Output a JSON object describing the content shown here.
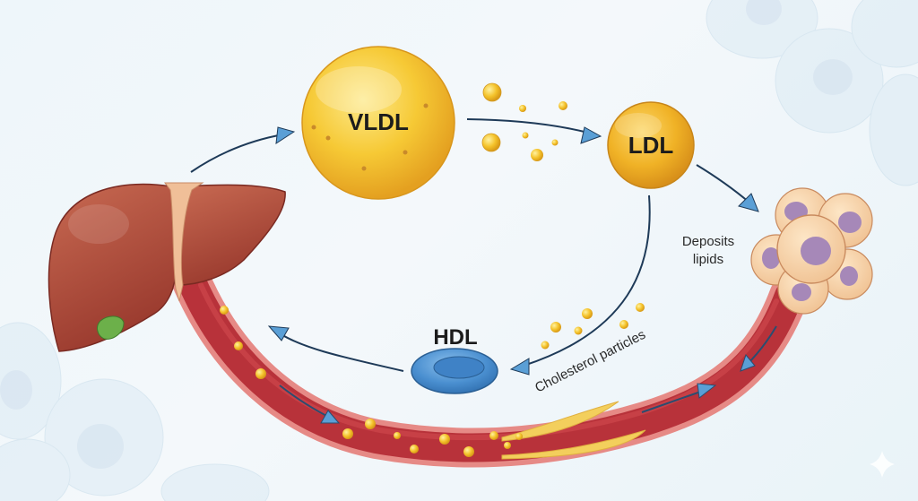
{
  "title": "Cholesterol transport cycle",
  "labels": {
    "vldl": "VLDL",
    "ldl": "LDL",
    "hdl": "HDL",
    "deposits_line1": "Deposits",
    "deposits_line2": "lipids",
    "cholesterol_particles": "Cholesterol particles"
  },
  "elements": {
    "organ": "liver",
    "gallbladder": "gallbladder",
    "vessel": "artery with plaque",
    "tissue": "cell cluster"
  },
  "flow": [
    {
      "from": "liver",
      "to": "VLDL"
    },
    {
      "from": "VLDL",
      "to": "LDL"
    },
    {
      "from": "LDL",
      "to": "cell cluster"
    },
    {
      "from": "LDL",
      "to": "HDL",
      "label": "Cholesterol particles"
    },
    {
      "from": "HDL",
      "to": "liver"
    }
  ],
  "colors": {
    "lipoprotein_yellow": "#f2c12e",
    "hdl_blue": "#4a8fd0",
    "liver_red": "#a84a3a",
    "vessel_red": "#b8323a",
    "arrow_blue": "#5a9fd6",
    "cell_peach": "#f6d3a8",
    "nucleus_purple": "#a688b8"
  },
  "watermark_icon": "sparkle-icon"
}
